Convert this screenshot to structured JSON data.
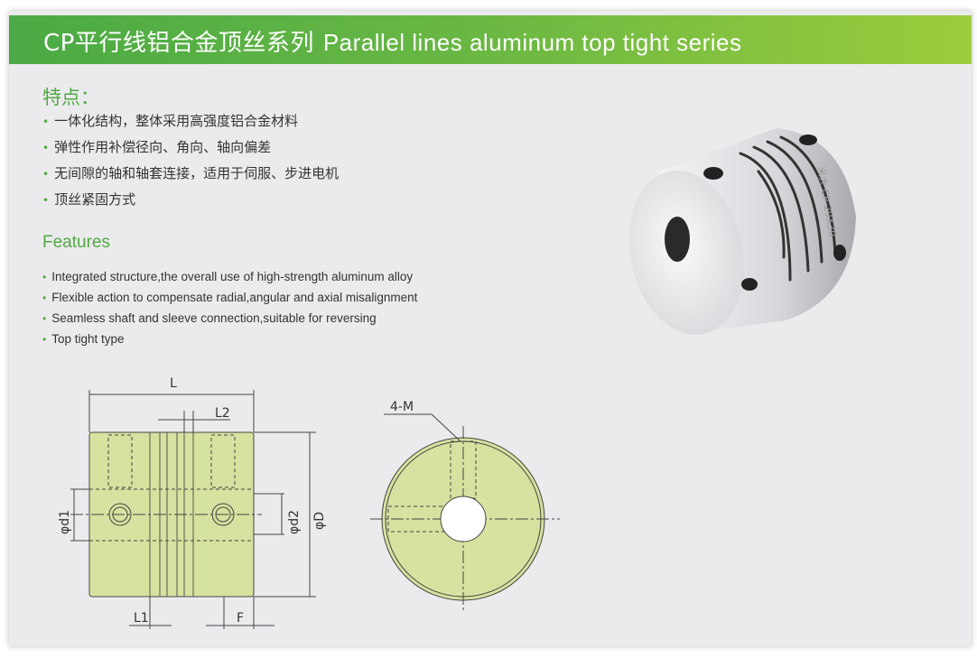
{
  "header": {
    "title_cn": "CP平行线铝合金顶丝系列",
    "title_en": "Parallel lines aluminum top tight series"
  },
  "features_cn": {
    "heading": "特点：",
    "items": [
      "一体化结构，整体采用高强度铝合金材料",
      "弹性作用补偿径向、角向、轴向偏差",
      "无间隙的轴和轴套连接，适用于伺服、步进电机",
      "顶丝紧固方式"
    ]
  },
  "features_en": {
    "heading": "Features",
    "items": [
      "Integrated structure,the overall use of high-strength aluminum alloy",
      "Flexible action to compensate radial,angular and axial misalignment",
      "Seamless shaft and sleeve connection,suitable for reversing",
      "Top tight type"
    ]
  },
  "product_photo": {
    "engraving": "米大 CP-29X30"
  },
  "drawing": {
    "labels": {
      "L": "L",
      "L1": "L1",
      "L2": "L2",
      "F": "F",
      "d1": "φd1",
      "d2": "φd2",
      "D": "φD",
      "M": "4-M"
    }
  },
  "colors": {
    "accent": "#52a844",
    "part_fill": "#d6e29f"
  }
}
